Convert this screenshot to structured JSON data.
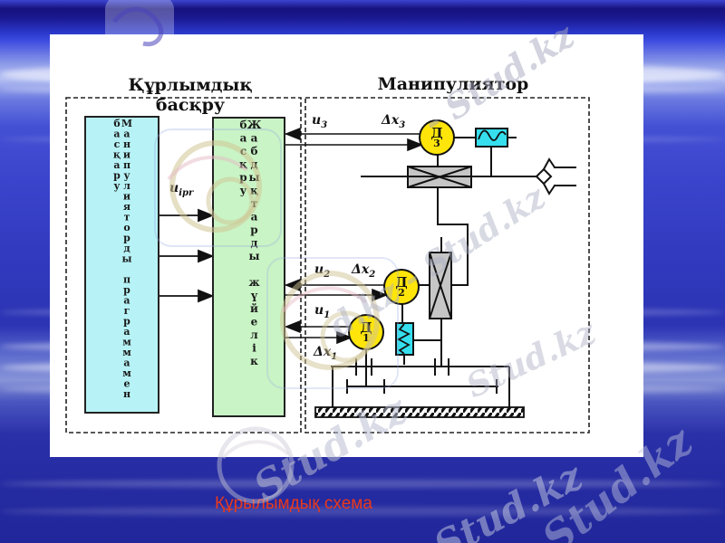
{
  "titles": {
    "left": "Құрлымдық басқру",
    "right": "Манипулиятор"
  },
  "blocks": {
    "program": "Манипулияторды праграммамен басқару",
    "system": "Жабдықтарды жүйелік басқру"
  },
  "labels": {
    "u_ipr_base": "u",
    "u_ipr_sub": "ipr",
    "u3_base": "u",
    "u3_sub": "3",
    "dx3_base": "Δx",
    "dx3_sub": "3",
    "u2_base": "u",
    "u2_sub": "2",
    "dx2_base": "Δx",
    "dx2_sub": "2",
    "u1_base": "u",
    "u1_sub": "1",
    "dx1_base": "Δx",
    "dx1_sub": "1"
  },
  "sensors": {
    "d3": {
      "letter": "Д",
      "index": "3"
    },
    "d2": {
      "letter": "Д",
      "index": "2"
    },
    "d1": {
      "letter": "Д",
      "index": "1"
    }
  },
  "caption": "Құрылымдық схема",
  "watermarks": {
    "w1": "- Stud.kz",
    "w2": "d.kz - Stud.kz",
    "w3": "Stud.kz",
    "w4": "Stud.kz",
    "w5": "Stud.kz",
    "w6": "Stud.kz"
  },
  "colors": {
    "slide_bg": "#ffffff",
    "program_fill": "#b7f3f6",
    "system_fill": "#c9f4c5",
    "sensor_fill": "#ffe50a",
    "device_cyan": "#35dfee",
    "actuator_gray": "#c6c6c6",
    "caption_red": "#e9391c",
    "line": "#111111"
  }
}
